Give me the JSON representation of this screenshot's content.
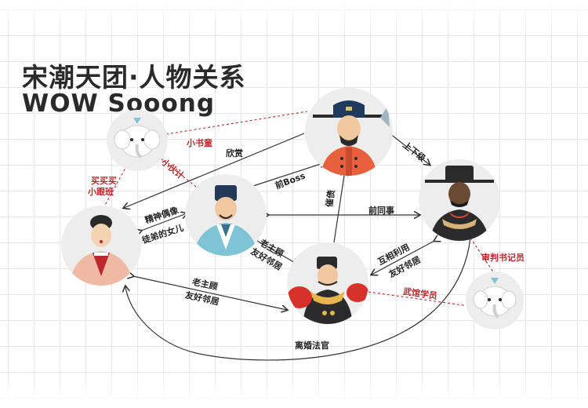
{
  "title": {
    "line1": "宋潮天团·人物关系",
    "line2": "WOW Sooong"
  },
  "colors": {
    "line": "#333333",
    "red_dashed": "#c0272d",
    "grid": "#e6e6e6"
  },
  "characters": [
    {
      "id": "official",
      "icon": "official-in-red-robe-icon"
    },
    {
      "id": "judge",
      "icon": "black-hat-judge-icon"
    },
    {
      "id": "scholar",
      "icon": "scholar-in-blue-icon"
    },
    {
      "id": "lady",
      "icon": "lady-in-pink-icon"
    },
    {
      "id": "boxer",
      "icon": "boxer-with-gloves-icon"
    },
    {
      "id": "mascot_top",
      "icon": "elephant-mascot-icon"
    },
    {
      "id": "mascot_bottom",
      "icon": "elephant-mascot-icon"
    }
  ],
  "relations": {
    "xinshang": "欣赏",
    "qian_boss": "前Boss",
    "shangxiaji": "上下级",
    "qian_tongshi": "前同事",
    "jingshen_ouxiang": "精神偶像",
    "tudi_de_nver": "徒弟的女儿",
    "lao_zhugu_1": "老主顾",
    "youhao_linju_1": "友好邻居",
    "cuijia": "催债",
    "huxiang_liyong": "互相利用",
    "youhao_linju_2": "友好邻居",
    "lao_zhugu_2": "老主顾",
    "youhao_linju_3": "友好邻居",
    "lihun_faguan": "离婚法官"
  },
  "red_relations": {
    "xiao_shutong": "小书童",
    "xiao_huoji": "小伙计",
    "maimaimai": "买买买",
    "xiao_genban": "小跟班",
    "shenpan_shujiyuan": "审判书记员",
    "wuguan_xueyuan": "武馆学员"
  }
}
